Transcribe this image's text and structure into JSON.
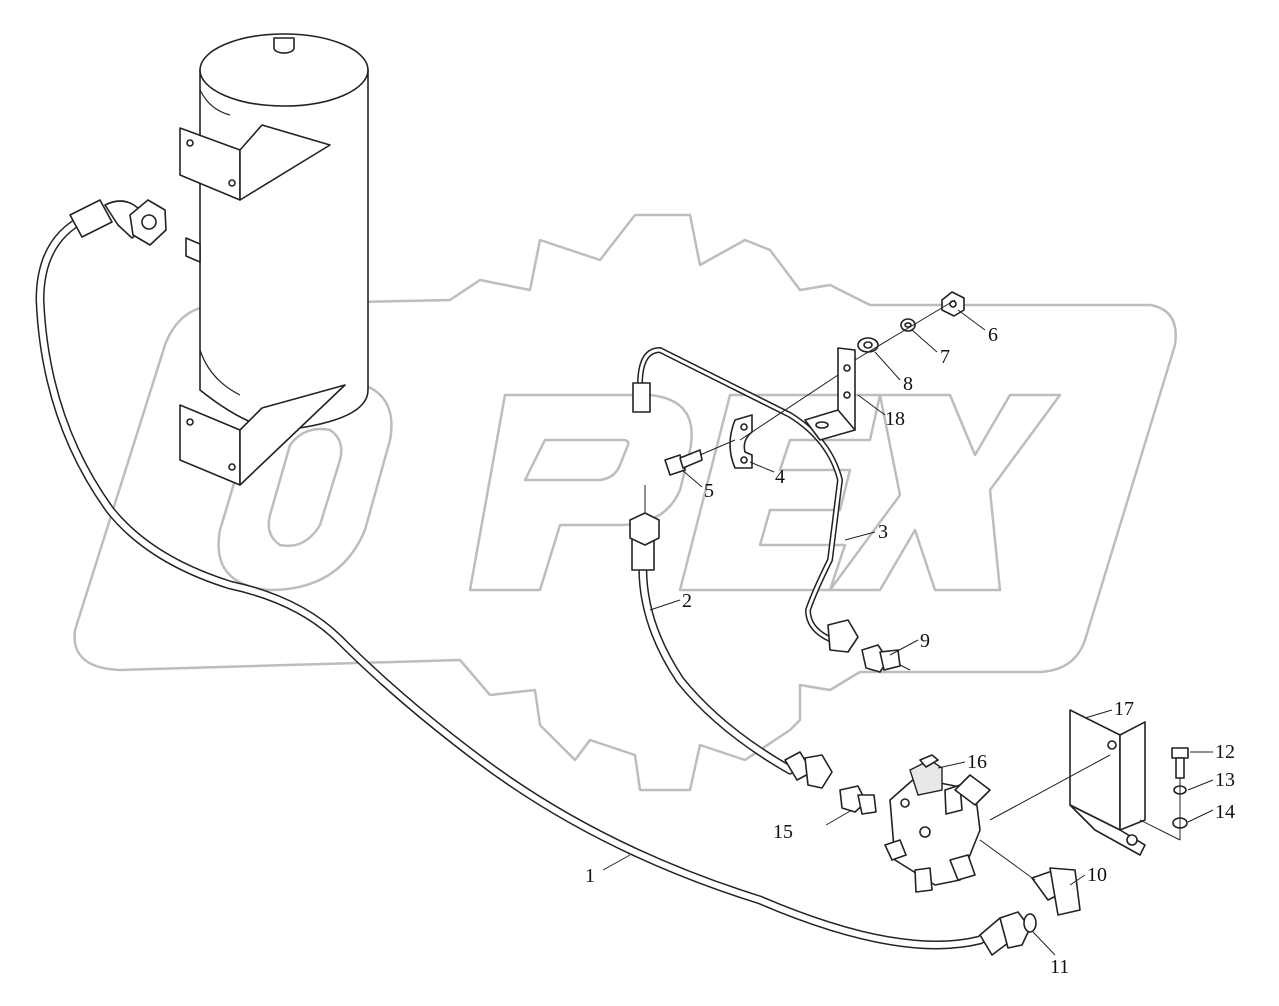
{
  "watermark": {
    "text": "OPEX",
    "color": "#bdbdbd"
  },
  "callouts": [
    {
      "id": "1",
      "label": "1"
    },
    {
      "id": "2",
      "label": "2"
    },
    {
      "id": "3",
      "label": "3"
    },
    {
      "id": "4",
      "label": "4"
    },
    {
      "id": "5",
      "label": "5"
    },
    {
      "id": "6",
      "label": "6"
    },
    {
      "id": "7",
      "label": "7"
    },
    {
      "id": "8",
      "label": "8"
    },
    {
      "id": "9",
      "label": "9"
    },
    {
      "id": "10",
      "label": "10"
    },
    {
      "id": "11",
      "label": "11"
    },
    {
      "id": "12",
      "label": "12"
    },
    {
      "id": "13",
      "label": "13"
    },
    {
      "id": "14",
      "label": "14"
    },
    {
      "id": "15",
      "label": "15"
    },
    {
      "id": "16",
      "label": "16"
    },
    {
      "id": "17",
      "label": "17"
    },
    {
      "id": "18",
      "label": "18"
    }
  ]
}
